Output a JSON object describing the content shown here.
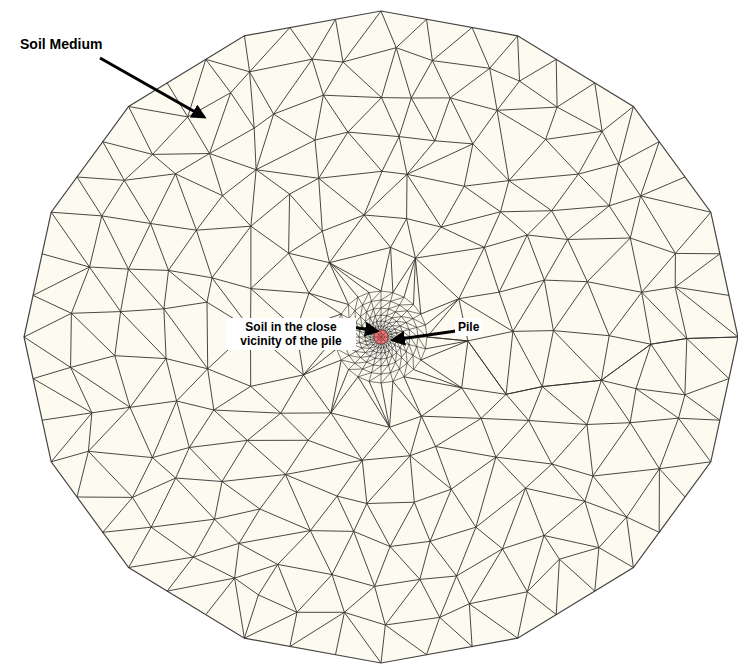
{
  "diagram": {
    "labels": [
      "Soil Medium",
      "Soil in the close vicinity of the pile",
      "Pile"
    ]
  }
}
